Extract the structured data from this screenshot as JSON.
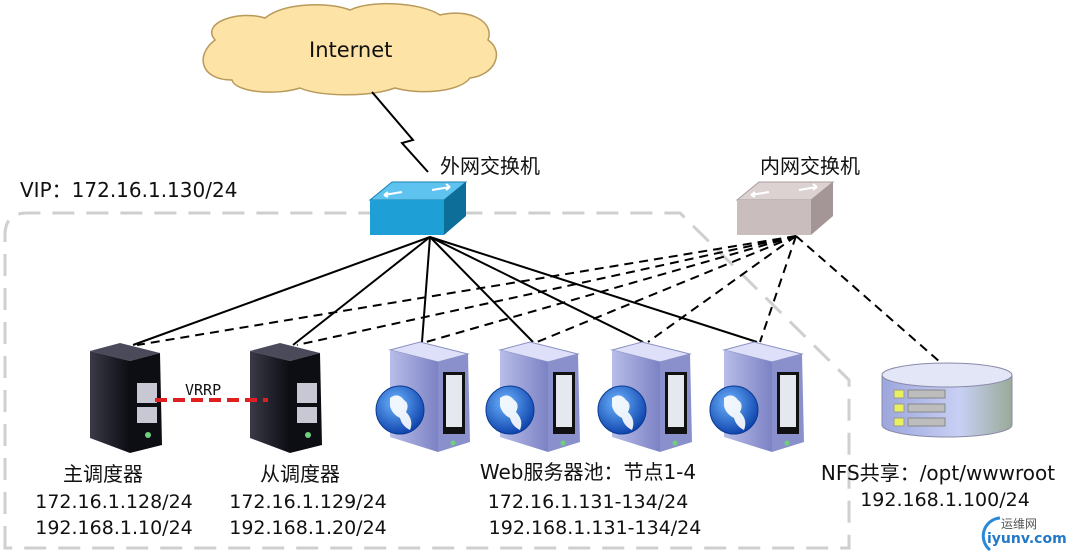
{
  "internet": {
    "label": "Internet"
  },
  "external_switch": {
    "label": "外网交换机",
    "color": "#1e9fd6"
  },
  "internal_switch": {
    "label": "内网交换机",
    "color": "#c9bdbd"
  },
  "vip": {
    "label": "VIP：172.16.1.130/24"
  },
  "heartbeat": {
    "label": "VRRP",
    "color": "#e02020"
  },
  "master_scheduler": {
    "name": "主调度器",
    "ip_external": "172.16.1.128/24",
    "ip_internal": "192.168.1.10/24"
  },
  "backup_scheduler": {
    "name": "从调度器",
    "ip_external": "172.16.1.129/24",
    "ip_internal": "192.168.1.20/24"
  },
  "web_pool": {
    "name": "Web服务器池：节点1-4",
    "ip_external": "172.16.1.131-134/24",
    "ip_internal": "192.168.1.131-134/24",
    "node_count": 4
  },
  "nfs": {
    "name": "NFS共享：/opt/wwwroot",
    "ip": "192.168.1.100/24"
  },
  "watermark": {
    "cn": "运维网",
    "en": "iyunv.com"
  }
}
